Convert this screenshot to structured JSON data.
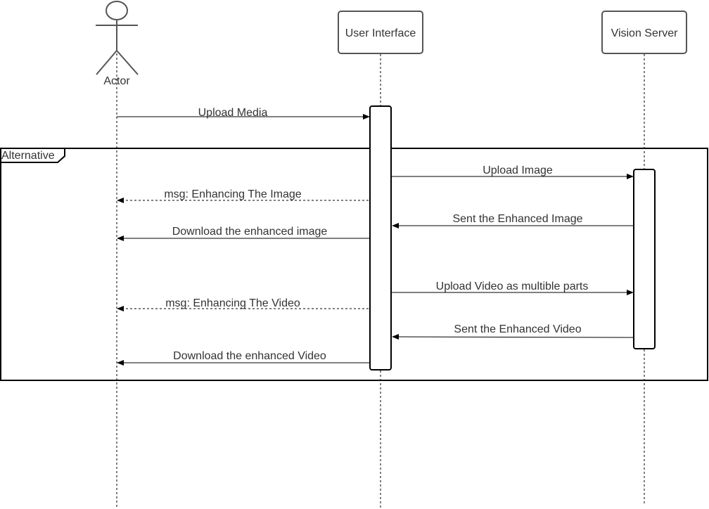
{
  "participants": {
    "actor": "Actor",
    "user_interface": "User Interface",
    "vision_server": "Vision Server"
  },
  "fragment": {
    "label": "Alternative"
  },
  "messages": {
    "m1": "Upload Media",
    "m2": "Upload Image",
    "m3": "msg: Enhancing The Image",
    "m4": "Sent the Enhanced Image",
    "m5": "Download the enhanced image",
    "m6": "Upload Video as multible parts",
    "m7": "msg: Enhancing The Video",
    "m8": "Sent the Enhanced Video",
    "m9": "Download the enhanced Video"
  }
}
